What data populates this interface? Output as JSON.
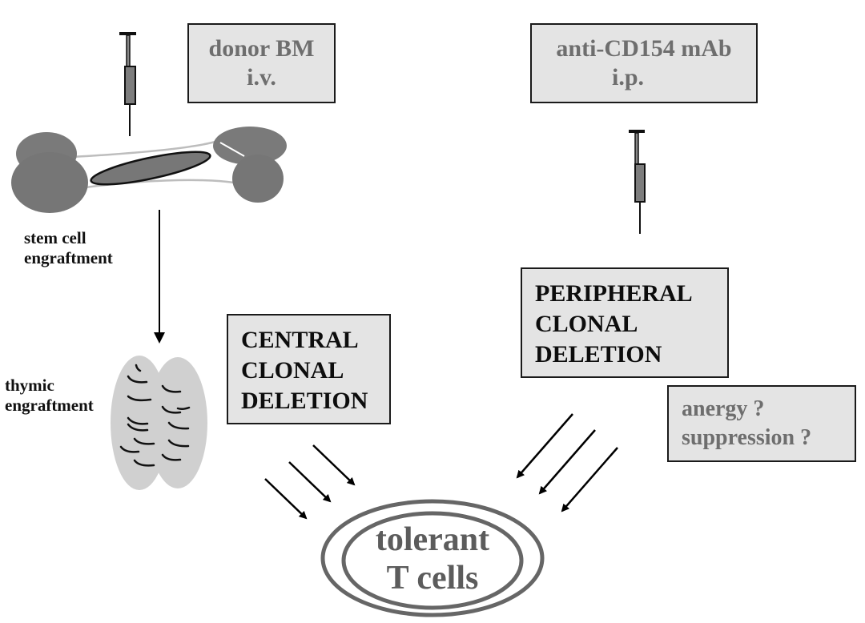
{
  "diagram": {
    "donor_box": {
      "lines": [
        "donor BM",
        "i.v."
      ]
    },
    "antibody_box": {
      "lines": [
        "anti-CD154 mAb",
        "i.p."
      ]
    },
    "stem_cell_label": {
      "lines": [
        "stem cell",
        "engraftment"
      ]
    },
    "thymic_label": {
      "lines": [
        "thymic",
        "engraftment"
      ]
    },
    "central_box": {
      "lines": [
        "CENTRAL",
        "CLONAL",
        "DELETION"
      ]
    },
    "peripheral_box": {
      "lines": [
        "PERIPHERAL",
        "CLONAL",
        "DELETION"
      ]
    },
    "mechanism_box": {
      "lines": [
        "anergy ?",
        "suppression ?"
      ]
    },
    "outcome": {
      "lines": [
        "tolerant",
        "T cells"
      ]
    },
    "colors": {
      "box_fill": "#e4e4e4",
      "grey_text": "#6e6e6e",
      "bone": "#7a7a7a",
      "thymus": "#cfcfcf",
      "ellipse_ring": "#6a6a6a"
    }
  }
}
